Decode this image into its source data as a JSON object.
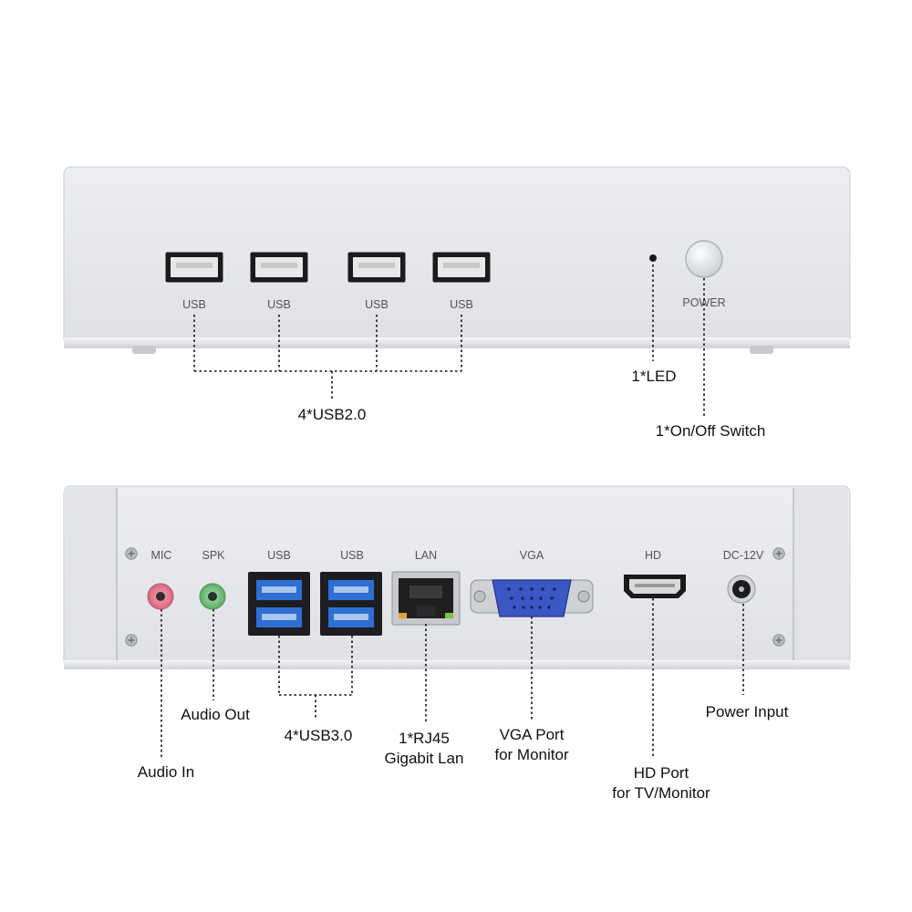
{
  "front_panel": {
    "usb_labels": [
      "USB",
      "USB",
      "USB",
      "USB"
    ],
    "power_label": "POWER"
  },
  "rear_panel": {
    "port_labels": {
      "mic": "MIC",
      "spk": "SPK",
      "usb_a": "USB",
      "usb_b": "USB",
      "lan": "LAN",
      "vga": "VGA",
      "hd": "HD",
      "dc": "DC-12V"
    }
  },
  "callouts": {
    "usb2": "4*USB2.0",
    "led": "1*LED",
    "switch": "1*On/Off Switch",
    "audio_out": "Audio Out",
    "audio_in": "Audio In",
    "usb3": "4*USB3.0",
    "rj45_line1": "1*RJ45",
    "rj45_line2": "Gigabit Lan",
    "vga_line1": "VGA Port",
    "vga_line2": "for Monitor",
    "hd_line1": "HD Port",
    "hd_line2": "for TV/Monitor",
    "power_input": "Power Input"
  },
  "colors": {
    "chassis": "#e6e7eb",
    "usb3_blue": "#2d6fd2",
    "mic_pink": "#e07b93",
    "spk_green": "#7fc488",
    "vga_blue": "#3a57c4"
  }
}
